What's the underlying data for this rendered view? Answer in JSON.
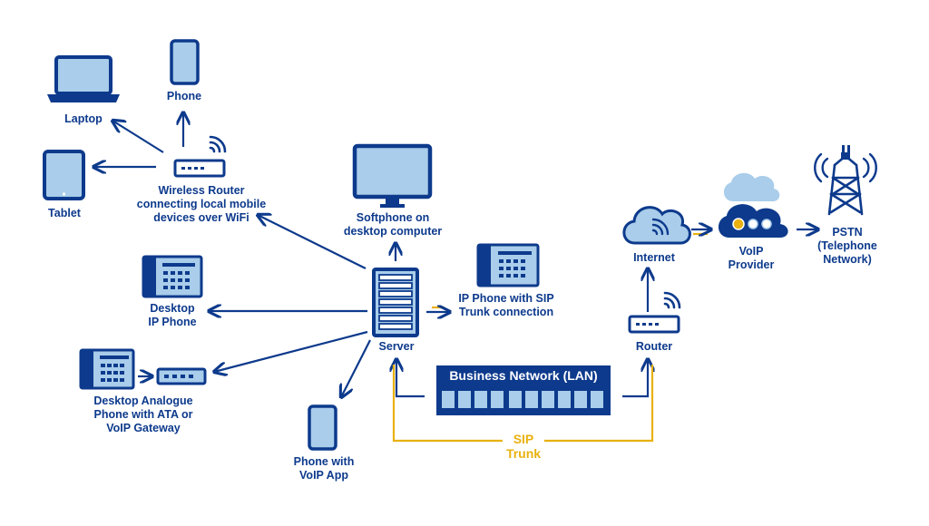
{
  "colors": {
    "navy": "#0d3a8c",
    "light_blue": "#a9cdea",
    "gold": "#e9b10f",
    "white": "#ffffff"
  },
  "nodes": {
    "laptop": {
      "label": "Laptop",
      "icon": "laptop-icon"
    },
    "phone": {
      "label": "Phone",
      "icon": "smartphone-icon"
    },
    "tablet": {
      "label": "Tablet",
      "icon": "tablet-icon"
    },
    "wireless_router": {
      "label_lines": [
        "Wireless Router",
        "connecting local mobile",
        "devices over WiFi"
      ],
      "icon": "wifi-router-icon"
    },
    "softphone": {
      "label_lines": [
        "Softphone on",
        "desktop computer"
      ],
      "icon": "monitor-icon"
    },
    "desktop_ip_phone": {
      "label_lines": [
        "Desktop",
        "IP Phone"
      ],
      "icon": "desk-phone-icon"
    },
    "ip_phone_sip": {
      "label_lines": [
        "IP Phone with SIP",
        "Trunk connection"
      ],
      "icon": "desk-phone-icon"
    },
    "server": {
      "label": "Server",
      "icon": "server-icon"
    },
    "analogue_phone": {
      "label_lines": [
        "Desktop Analogue",
        "Phone with ATA or",
        "VoIP Gateway"
      ],
      "icon": "desk-phone-icon"
    },
    "voip_app_phone": {
      "label_lines": [
        "Phone with",
        "VoIP App"
      ],
      "icon": "smartphone-icon"
    },
    "lan": {
      "label": "Business Network (LAN)",
      "icon": "network-switch-icon"
    },
    "sip_trunk": {
      "label_lines": [
        "SIP",
        "Trunk"
      ]
    },
    "router": {
      "label": "Router",
      "icon": "wifi-router-icon"
    },
    "internet": {
      "label": "Internet",
      "icon": "cloud-wifi-icon"
    },
    "voip_provider": {
      "label_lines": [
        "VoIP",
        "Provider"
      ],
      "icon": "cloud-provider-icon"
    },
    "pstn": {
      "label_lines": [
        "PSTN",
        "(Telephone",
        "Network)"
      ],
      "icon": "cell-tower-icon"
    }
  }
}
